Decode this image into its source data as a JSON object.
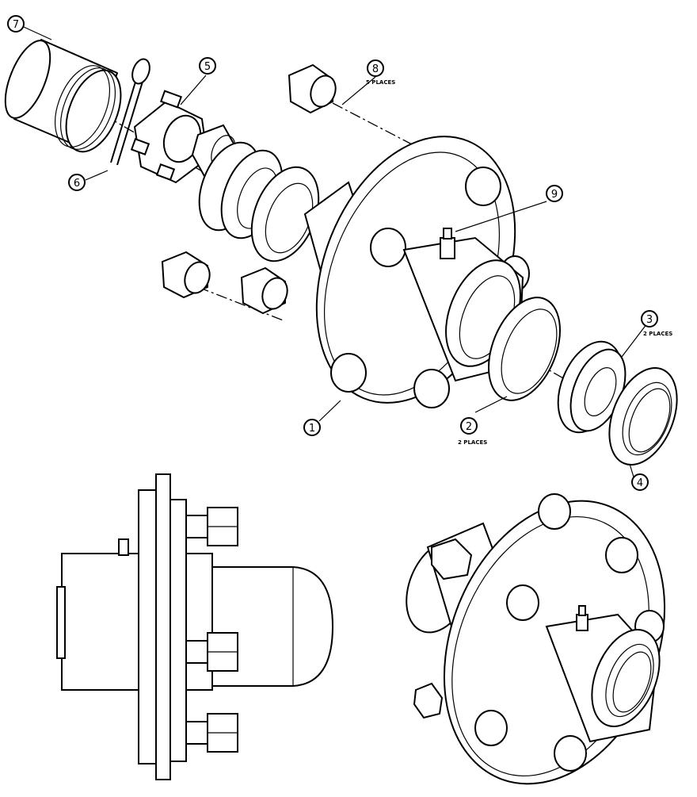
{
  "callouts": [
    {
      "id": "1",
      "label": "1",
      "note": ""
    },
    {
      "id": "2",
      "label": "2",
      "note": "2 PLACES"
    },
    {
      "id": "3",
      "label": "3",
      "note": "2 PLACES"
    },
    {
      "id": "4",
      "label": "4",
      "note": ""
    },
    {
      "id": "5",
      "label": "5",
      "note": ""
    },
    {
      "id": "6",
      "label": "6",
      "note": ""
    },
    {
      "id": "7",
      "label": "7",
      "note": ""
    },
    {
      "id": "8",
      "label": "8",
      "note": "5 PLACES"
    },
    {
      "id": "9",
      "label": "9",
      "note": ""
    }
  ]
}
